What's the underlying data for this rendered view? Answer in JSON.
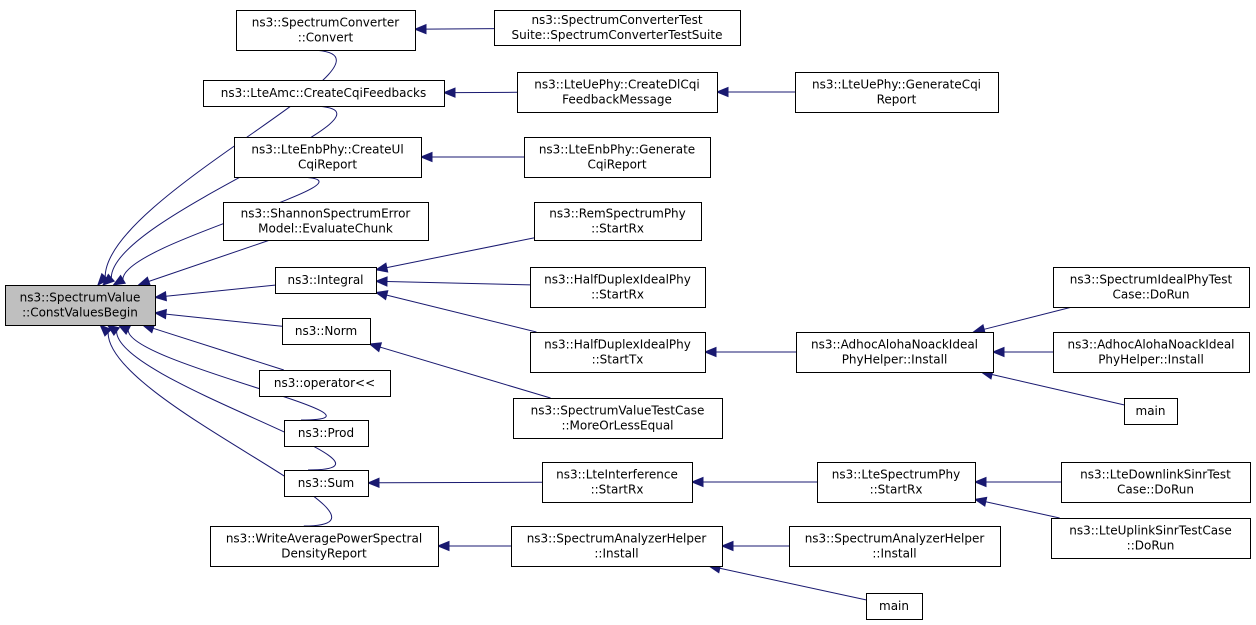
{
  "diagram": {
    "nodes": [
      {
        "id": "root",
        "lines": [
          "ns3::SpectrumValue",
          "::ConstValuesBegin"
        ],
        "root": true
      },
      {
        "id": "convert",
        "lines": [
          "ns3::SpectrumConverter",
          "::Convert"
        ]
      },
      {
        "id": "convtest",
        "lines": [
          "ns3::SpectrumConverterTest",
          "Suite::SpectrumConverterTestSuite"
        ]
      },
      {
        "id": "cqifb",
        "lines": [
          "ns3::LteAmc::CreateCqiFeedbacks"
        ]
      },
      {
        "id": "dlcqi",
        "lines": [
          "ns3::LteUePhy::CreateDlCqi",
          "FeedbackMessage"
        ]
      },
      {
        "id": "uegen",
        "lines": [
          "ns3::LteUePhy::GenerateCqi",
          "Report"
        ]
      },
      {
        "id": "ulcqi",
        "lines": [
          "ns3::LteEnbPhy::CreateUl",
          "CqiReport"
        ]
      },
      {
        "id": "enbgen",
        "lines": [
          "ns3::LteEnbPhy::Generate",
          "CqiReport"
        ]
      },
      {
        "id": "shannon",
        "lines": [
          "ns3::ShannonSpectrumError",
          "Model::EvaluateChunk"
        ]
      },
      {
        "id": "integral",
        "lines": [
          "ns3::Integral"
        ]
      },
      {
        "id": "remrx",
        "lines": [
          "ns3::RemSpectrumPhy",
          "::StartRx"
        ]
      },
      {
        "id": "hdrx",
        "lines": [
          "ns3::HalfDuplexIdealPhy",
          "::StartRx"
        ]
      },
      {
        "id": "hdtx",
        "lines": [
          "ns3::HalfDuplexIdealPhy",
          "::StartTx"
        ]
      },
      {
        "id": "adhoc",
        "lines": [
          "ns3::AdhocAlohaNoackIdeal",
          "PhyHelper::Install"
        ]
      },
      {
        "id": "idealtest",
        "lines": [
          "ns3::SpectrumIdealPhyTest",
          "Case::DoRun"
        ]
      },
      {
        "id": "adhoc2",
        "lines": [
          "ns3::AdhocAlohaNoackIdeal",
          "PhyHelper::Install"
        ]
      },
      {
        "id": "main1",
        "lines": [
          "main"
        ]
      },
      {
        "id": "norm",
        "lines": [
          "ns3::Norm"
        ]
      },
      {
        "id": "moreless",
        "lines": [
          "ns3::SpectrumValueTestCase",
          "::MoreOrLessEqual"
        ]
      },
      {
        "id": "oplt",
        "lines": [
          "ns3::operator<<"
        ]
      },
      {
        "id": "prod",
        "lines": [
          "ns3::Prod"
        ]
      },
      {
        "id": "sum",
        "lines": [
          "ns3::Sum"
        ]
      },
      {
        "id": "lteintf",
        "lines": [
          "ns3::LteInterference",
          "::StartRx"
        ]
      },
      {
        "id": "ltesp",
        "lines": [
          "ns3::LteSpectrumPhy",
          "::StartRx"
        ]
      },
      {
        "id": "dlsinr",
        "lines": [
          "ns3::LteDownlinkSinrTest",
          "Case::DoRun"
        ]
      },
      {
        "id": "ulsinr",
        "lines": [
          "ns3::LteUplinkSinrTestCase",
          "::DoRun"
        ]
      },
      {
        "id": "writeavg",
        "lines": [
          "ns3::WriteAveragePowerSpectral",
          "DensityReport"
        ]
      },
      {
        "id": "anahelper",
        "lines": [
          "ns3::SpectrumAnalyzerHelper",
          "::Install"
        ]
      },
      {
        "id": "anahelper2",
        "lines": [
          "ns3::SpectrumAnalyzerHelper",
          "::Install"
        ]
      },
      {
        "id": "main2",
        "lines": [
          "main"
        ]
      }
    ],
    "edges": [
      {
        "from": "convert",
        "to": "root"
      },
      {
        "from": "cqifb",
        "to": "root"
      },
      {
        "from": "ulcqi",
        "to": "root"
      },
      {
        "from": "shannon",
        "to": "root"
      },
      {
        "from": "integral",
        "to": "root"
      },
      {
        "from": "norm",
        "to": "root"
      },
      {
        "from": "oplt",
        "to": "root"
      },
      {
        "from": "prod",
        "to": "root"
      },
      {
        "from": "sum",
        "to": "root"
      },
      {
        "from": "writeavg",
        "to": "root"
      },
      {
        "from": "convtest",
        "to": "convert"
      },
      {
        "from": "dlcqi",
        "to": "cqifb"
      },
      {
        "from": "uegen",
        "to": "dlcqi"
      },
      {
        "from": "enbgen",
        "to": "ulcqi"
      },
      {
        "from": "remrx",
        "to": "integral"
      },
      {
        "from": "hdrx",
        "to": "integral"
      },
      {
        "from": "hdtx",
        "to": "integral"
      },
      {
        "from": "adhoc",
        "to": "hdtx"
      },
      {
        "from": "idealtest",
        "to": "adhoc"
      },
      {
        "from": "adhoc2",
        "to": "adhoc"
      },
      {
        "from": "main1",
        "to": "adhoc"
      },
      {
        "from": "moreless",
        "to": "norm"
      },
      {
        "from": "lteintf",
        "to": "sum"
      },
      {
        "from": "ltesp",
        "to": "lteintf"
      },
      {
        "from": "dlsinr",
        "to": "ltesp"
      },
      {
        "from": "ulsinr",
        "to": "ltesp"
      },
      {
        "from": "anahelper",
        "to": "writeavg"
      },
      {
        "from": "anahelper2",
        "to": "anahelper"
      },
      {
        "from": "main2",
        "to": "anahelper"
      }
    ],
    "colors": {
      "edge": "#191970",
      "root_fill": "#bfbfbf",
      "node_fill": "#ffffff",
      "node_border": "#000000"
    }
  }
}
